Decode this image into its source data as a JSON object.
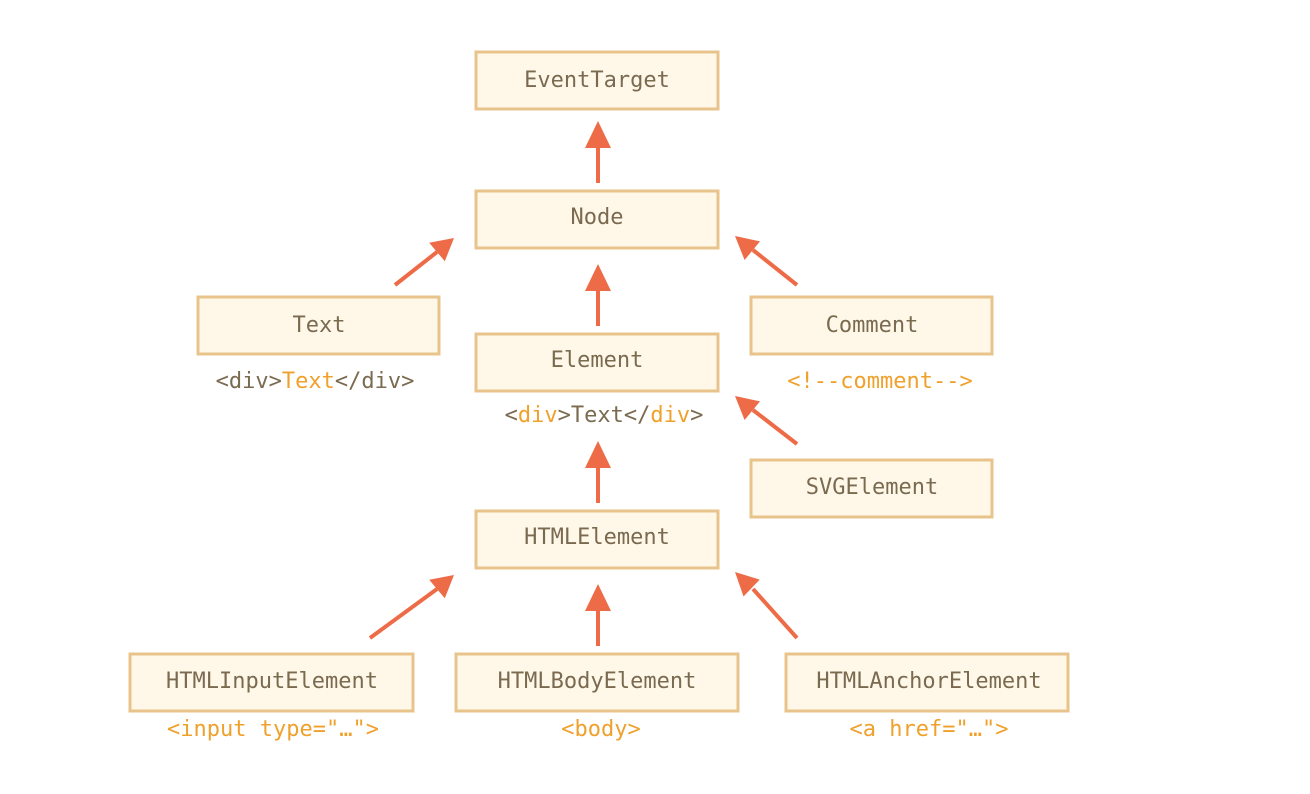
{
  "colors": {
    "box_fill": "#fff8e9",
    "box_border": "#e8c48c",
    "label_text": "#7a6a4f",
    "highlight_text": "#efa12c",
    "arrow": "#ee6b47"
  },
  "nodes": {
    "event_target": "EventTarget",
    "node": "Node",
    "text": "Text",
    "comment": "Comment",
    "element": "Element",
    "svg_element": "SVGElement",
    "html_element": "HTMLElement",
    "html_input_element": "HTMLInputElement",
    "html_body_element": "HTMLBodyElement",
    "html_anchor_element": "HTMLAnchorElement"
  },
  "captions": {
    "text": {
      "part1": "<div>",
      "part2": "Text",
      "part3": "</div>"
    },
    "element": {
      "part1": "<",
      "part2": "div",
      "part3": ">Text</",
      "part4": "div",
      "part5": ">"
    },
    "comment": "<!--comment-->",
    "html_input_element": "<input type=\"…\">",
    "html_body_element": "<body>",
    "html_anchor_element": "<a href=\"…\">"
  }
}
